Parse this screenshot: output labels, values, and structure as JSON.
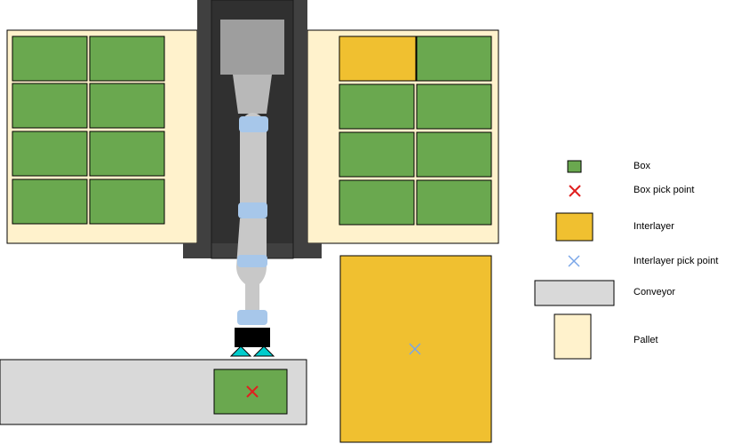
{
  "colors": {
    "box": "#6aa84f",
    "box_border": "#000000",
    "box_pick_point": "#e02020",
    "interlayer": "#f0c030",
    "interlayer_pick_point": "#7aa6e8",
    "conveyor": "#d9d9d9",
    "pallet": "#fff2cc",
    "robot_base": "#404040",
    "robot_arm": "#c8c8c8",
    "robot_joint": "#a7c7ea",
    "gripper": "#000000",
    "suction": "#00cccc"
  },
  "legend": {
    "items": [
      {
        "label": "Box",
        "swatch": "box"
      },
      {
        "label": "Box pick point",
        "swatch": "box-pick-point"
      },
      {
        "label": "Interlayer",
        "swatch": "interlayer"
      },
      {
        "label": "Interlayer pick point",
        "swatch": "interlayer-pick-point"
      },
      {
        "label": "Conveyor",
        "swatch": "conveyor"
      },
      {
        "label": "Pallet",
        "swatch": "pallet"
      }
    ]
  },
  "scene": {
    "left_pallet": {
      "rows": 4,
      "cols": 2,
      "items": "box"
    },
    "right_pallet": {
      "top_row": [
        "interlayer",
        "box"
      ],
      "rows_below": 3,
      "cols": 2
    },
    "conveyor": {
      "items": [
        "box-with-pick-point"
      ]
    },
    "interlayer_stack": {
      "marker": "interlayer-pick-point"
    }
  }
}
